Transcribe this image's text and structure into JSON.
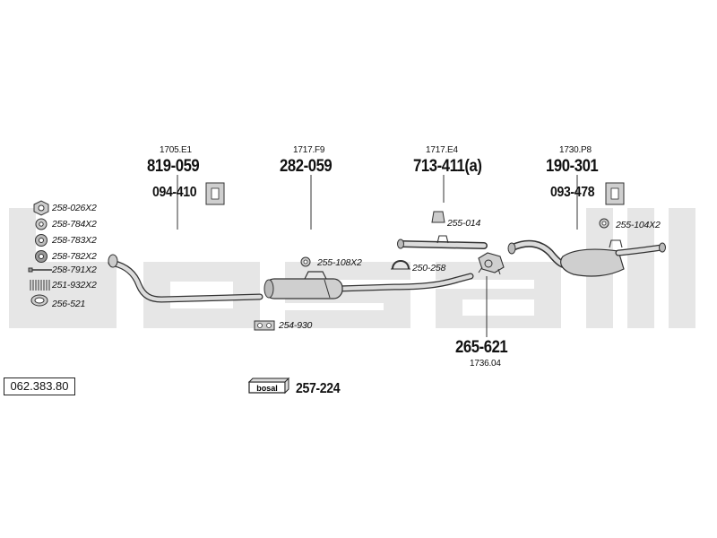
{
  "catalog_number": "062.383.80",
  "watermark_text": "bosal",
  "colors": {
    "watermark": "#e6e6e6",
    "line": "#222222",
    "pipe_fill": "#d9d9d9",
    "pipe_stroke": "#333333"
  },
  "assemblies": [
    {
      "ref": "1705.E1",
      "part": "819-059",
      "accessory": "094-410",
      "accessory_icon": "rubber-hanger-icon"
    },
    {
      "ref": "1717.F9",
      "part": "282-059"
    },
    {
      "ref": "1717.E4",
      "part": "713-411(a)"
    },
    {
      "ref": "1730.P8",
      "part": "190-301",
      "accessory": "093-478",
      "accessory_icon": "rubber-hanger-icon"
    }
  ],
  "connector": {
    "part": "265-621",
    "ref": "1736.04"
  },
  "hardware": [
    {
      "label": "258-026X2",
      "icon": "nut-icon"
    },
    {
      "label": "258-784X2",
      "icon": "washer-icon"
    },
    {
      "label": "258-783X2",
      "icon": "nut-icon"
    },
    {
      "label": "258-782X2",
      "icon": "nut-icon"
    },
    {
      "label": "258-791X2",
      "icon": "bolt-icon"
    },
    {
      "label": "251-932X2",
      "icon": "spring-icon"
    },
    {
      "label": "256-521",
      "icon": "gasket-ring-icon"
    }
  ],
  "callouts": {
    "c255_014": "255-014",
    "c255_108": "255-108X2",
    "c250_258": "250-258",
    "c254_930": "254-930",
    "c255_104": "255-104X2"
  },
  "mounting_kit": {
    "part": "257-224",
    "icon": "bosal-kit-box-icon",
    "box_label": "bosal"
  }
}
